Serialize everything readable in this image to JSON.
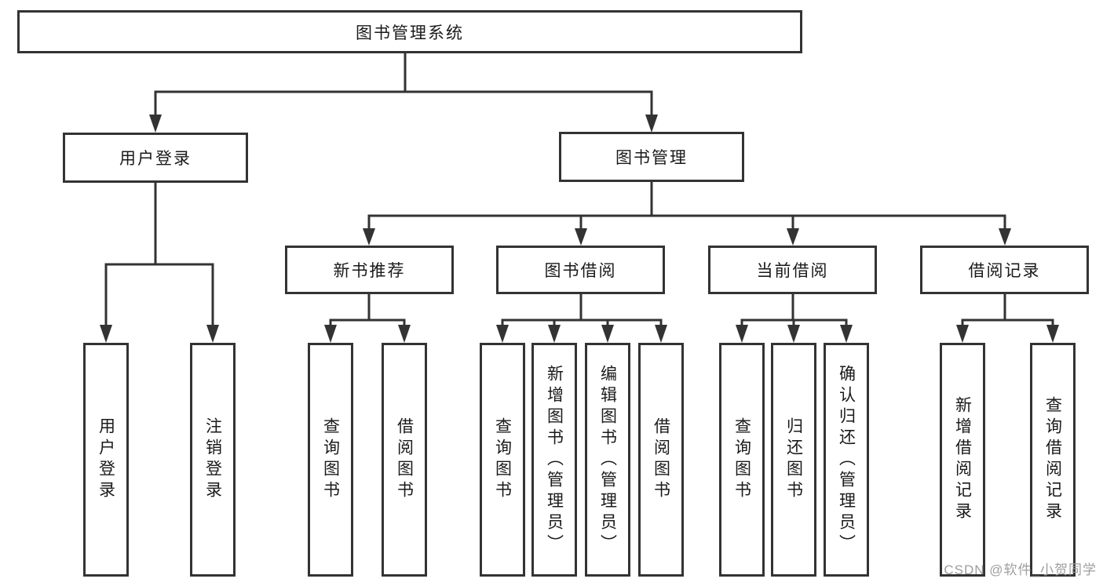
{
  "diagram": {
    "type": "function-structure-tree",
    "title": "图书管理系统",
    "watermark": "CSDN @软件_小贺同学",
    "colors": {
      "line": "#333333",
      "box_border": "#333333",
      "box_fill": "#ffffff",
      "text": "#1a1a1a",
      "watermark": "#9e9e9e",
      "background": "#ffffff"
    },
    "tree": {
      "label": "图书管理系统",
      "children": [
        {
          "label": "用户登录",
          "children": [
            {
              "label": "用户登录"
            },
            {
              "label": "注销登录"
            }
          ]
        },
        {
          "label": "图书管理",
          "children": [
            {
              "label": "新书推荐",
              "children": [
                {
                  "label": "查询图书"
                },
                {
                  "label": "借阅图书"
                }
              ]
            },
            {
              "label": "图书借阅",
              "children": [
                {
                  "label": "查询图书"
                },
                {
                  "label": "新增图书（管理员）"
                },
                {
                  "label": "编辑图书（管理员）"
                },
                {
                  "label": "借阅图书"
                }
              ]
            },
            {
              "label": "当前借阅",
              "children": [
                {
                  "label": "查询图书"
                },
                {
                  "label": "归还图书"
                },
                {
                  "label": "确认归还（管理员）"
                }
              ]
            },
            {
              "label": "借阅记录",
              "children": [
                {
                  "label": "新增借阅记录"
                },
                {
                  "label": "查询借阅记录"
                }
              ]
            }
          ]
        }
      ]
    }
  }
}
